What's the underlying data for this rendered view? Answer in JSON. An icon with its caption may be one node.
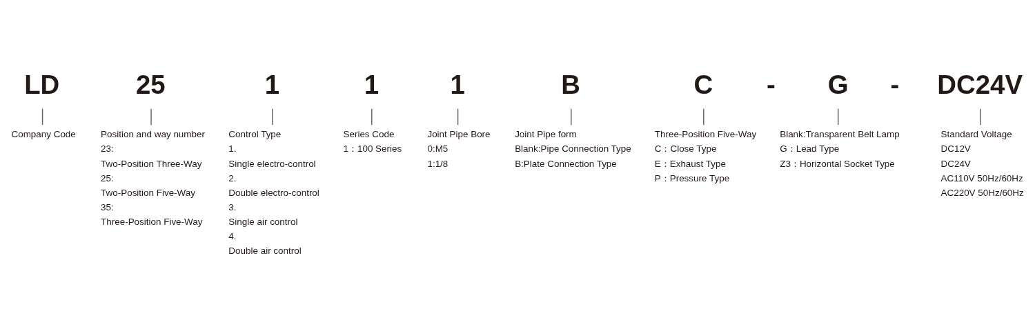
{
  "diagram": {
    "nodes": [
      {
        "text": [
          "LD"
        ]
      },
      {
        "text": [
          "Company Code"
        ]
      },
      {
        "text": [
          "25"
        ]
      },
      {
        "text": [
          "Position and way number",
          "23:",
          "Two-Position Three-Way",
          "25:",
          "Two-Position Five-Way",
          "35:",
          "Three-Position Five-Way"
        ]
      },
      {
        "text": [
          "1"
        ]
      },
      {
        "text": [
          "Control Type",
          "1.",
          "Single electro-control",
          "2.",
          "Double electro-control",
          "3.",
          "Single air control",
          "4.",
          "Double air control"
        ]
      },
      {
        "text": [
          "1"
        ]
      },
      {
        "text": [
          "Series Code",
          "1：100 Series"
        ]
      },
      {
        "text": [
          "1"
        ]
      },
      {
        "text": [
          "Joint Pipe Bore",
          "0:M5",
          "1:1/8"
        ]
      },
      {
        "text": [
          "B"
        ]
      },
      {
        "text": [
          "Joint Pipe form",
          "Blank:Pipe Connection Type",
          "B:Plate Connection Type"
        ]
      },
      {
        "text": [
          "C"
        ]
      },
      {
        "text": [
          "Three-Position Five-Way",
          "C：Close Type",
          "E：Exhaust Type",
          "P：Pressure Type"
        ]
      },
      {
        "text": [
          "G"
        ]
      },
      {
        "text": [
          "Blank:Transparent Belt Lamp",
          "G：Lead Type",
          "Z3：Horizontal Socket Type"
        ]
      },
      {
        "text": [
          "DC24V"
        ]
      },
      {
        "text": [
          "Standard Voltage",
          "DC12V",
          "DC24V",
          "AC110V 50Hz/60Hz",
          "AC220V 50Hz/60Hz"
        ]
      }
    ],
    "edges": [
      {
        "from": 0,
        "to": 1,
        "arrow": "none"
      },
      {
        "from": 2,
        "to": 3,
        "arrow": "none"
      },
      {
        "from": 4,
        "to": 5,
        "arrow": "none"
      },
      {
        "from": 6,
        "to": 7,
        "arrow": "none"
      },
      {
        "from": 8,
        "to": 9,
        "arrow": "none"
      },
      {
        "from": 10,
        "to": 11,
        "arrow": "none"
      },
      {
        "from": 12,
        "to": 13,
        "arrow": "none"
      },
      {
        "from": 14,
        "to": 15,
        "arrow": "none"
      },
      {
        "from": 16,
        "to": 17,
        "arrow": "none"
      }
    ],
    "labels": [
      "-",
      "-"
    ]
  }
}
